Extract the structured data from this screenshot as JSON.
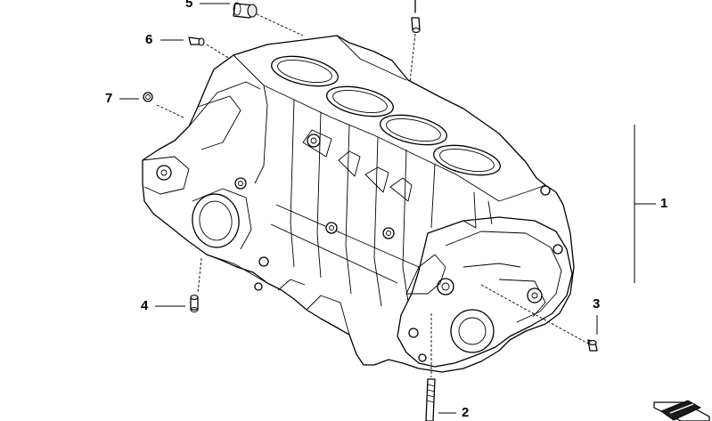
{
  "callouts": [
    {
      "id": "1",
      "label": "1"
    },
    {
      "id": "2",
      "label": "2"
    },
    {
      "id": "3",
      "label": "3"
    },
    {
      "id": "4",
      "label": "4"
    },
    {
      "id": "5",
      "label": "5"
    },
    {
      "id": "6",
      "label": "6"
    },
    {
      "id": "7",
      "label": "7"
    }
  ],
  "icons": {
    "corner_icon": "catalog-page-icon"
  }
}
